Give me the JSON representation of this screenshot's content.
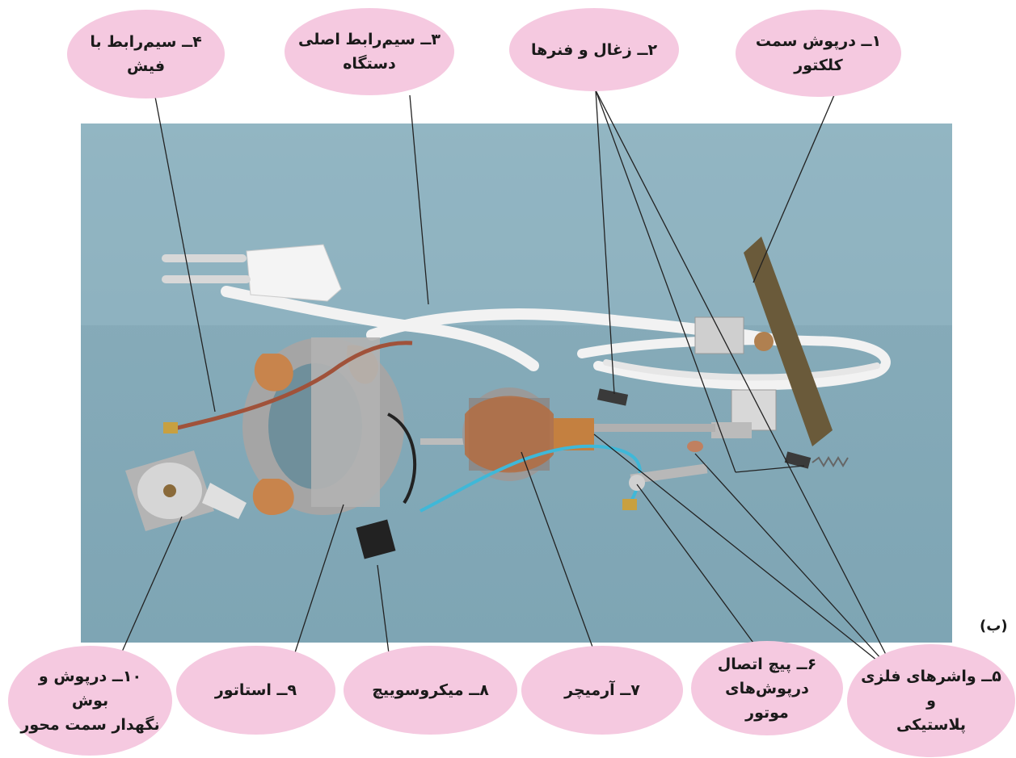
{
  "labels": {
    "l1": "۱ــ درپوش سمت\nکلکتور",
    "l2": "۲ــ زغال و فنرها",
    "l3": "۳ــ سیم‌رابط اصلی\nدستگاه",
    "l4": "۴ــ سیم‌رابط با\nفیش",
    "l5": "۵ــ واشرهای فلزی و\nپلاستیکی",
    "l6": "۶ــ پیچ اتصال\nدرپوش‌های موتور",
    "l7": "۷ــ آرمیچر",
    "l8": "۸ــ میکروسوییچ",
    "l9": "۹ــ استاتور",
    "l10": "۱۰ــ درپوش و بوش\nنگهدار سمت محور"
  },
  "caption": "(ب)",
  "colors": {
    "bubble": "#f5c9e0",
    "background": "#86abb9",
    "leader": "#222222"
  }
}
